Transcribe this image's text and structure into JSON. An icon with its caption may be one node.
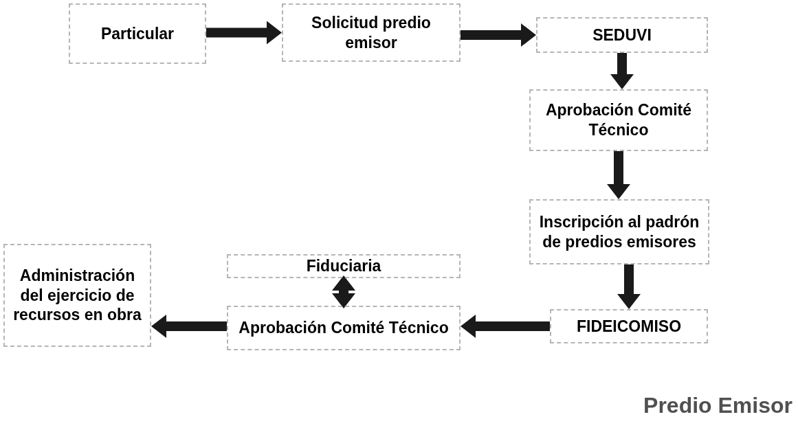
{
  "diagram": {
    "caption": "Predio Emisor",
    "nodes": [
      {
        "text": [
          "Particular"
        ]
      },
      {
        "text": [
          "Solicitud predio emisor"
        ]
      },
      {
        "text": [
          "SEDUVI"
        ]
      },
      {
        "text": [
          "Aprobación Comité Técnico"
        ]
      },
      {
        "text": [
          "Inscripción al padrón de predios emisores"
        ]
      },
      {
        "text": [
          "FIDEICOMISO"
        ]
      },
      {
        "text": [
          "Aprobación Comité Técnico"
        ]
      },
      {
        "text": [
          "Fiduciaria"
        ]
      },
      {
        "text": [
          "Administración del ejercicio de recursos en obra"
        ]
      }
    ],
    "edges": [
      {
        "from": 0,
        "to": 1,
        "arrow": "to"
      },
      {
        "from": 1,
        "to": 2,
        "arrow": "to"
      },
      {
        "from": 2,
        "to": 3,
        "arrow": "to"
      },
      {
        "from": 3,
        "to": 4,
        "arrow": "to"
      },
      {
        "from": 4,
        "to": 5,
        "arrow": "to"
      },
      {
        "from": 5,
        "to": 6,
        "arrow": "to"
      },
      {
        "from": 6,
        "to": 7,
        "arrow": "both"
      },
      {
        "from": 6,
        "to": 8,
        "arrow": "to"
      }
    ]
  }
}
